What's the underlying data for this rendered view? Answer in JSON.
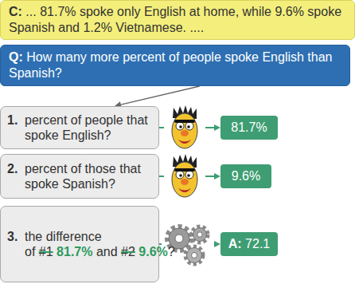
{
  "diagram": {
    "nodes": [
      {
        "text": [
          "C:",
          "... 81.7% spoke only English at home, while 9.6% spoke Spanish and 1.2% Vietnamese. ...."
        ]
      },
      {
        "text": [
          "Q:",
          "How many more percent of people spoke English than Spanish?"
        ]
      },
      {
        "text": [
          "1.",
          "percent of people that spoke English?"
        ]
      },
      {
        "text": [
          "81.7%"
        ]
      },
      {
        "text": [
          "2.",
          "percent of those that spoke Spanish?"
        ]
      },
      {
        "text": [
          "9.6%"
        ]
      },
      {
        "text": [
          "3.",
          "the difference of",
          "#1",
          "81.7%",
          "and",
          "#2",
          "9.6%",
          "?"
        ]
      },
      {
        "text": [
          "A:",
          "72.1"
        ]
      }
    ],
    "edges": [
      {
        "from": 1,
        "to": 2,
        "arrow": "to"
      },
      {
        "from": 2,
        "to": 3,
        "arrow": "to"
      },
      {
        "from": 4,
        "to": 5,
        "arrow": "to"
      },
      {
        "from": 6,
        "to": 7,
        "arrow": "to"
      }
    ]
  }
}
